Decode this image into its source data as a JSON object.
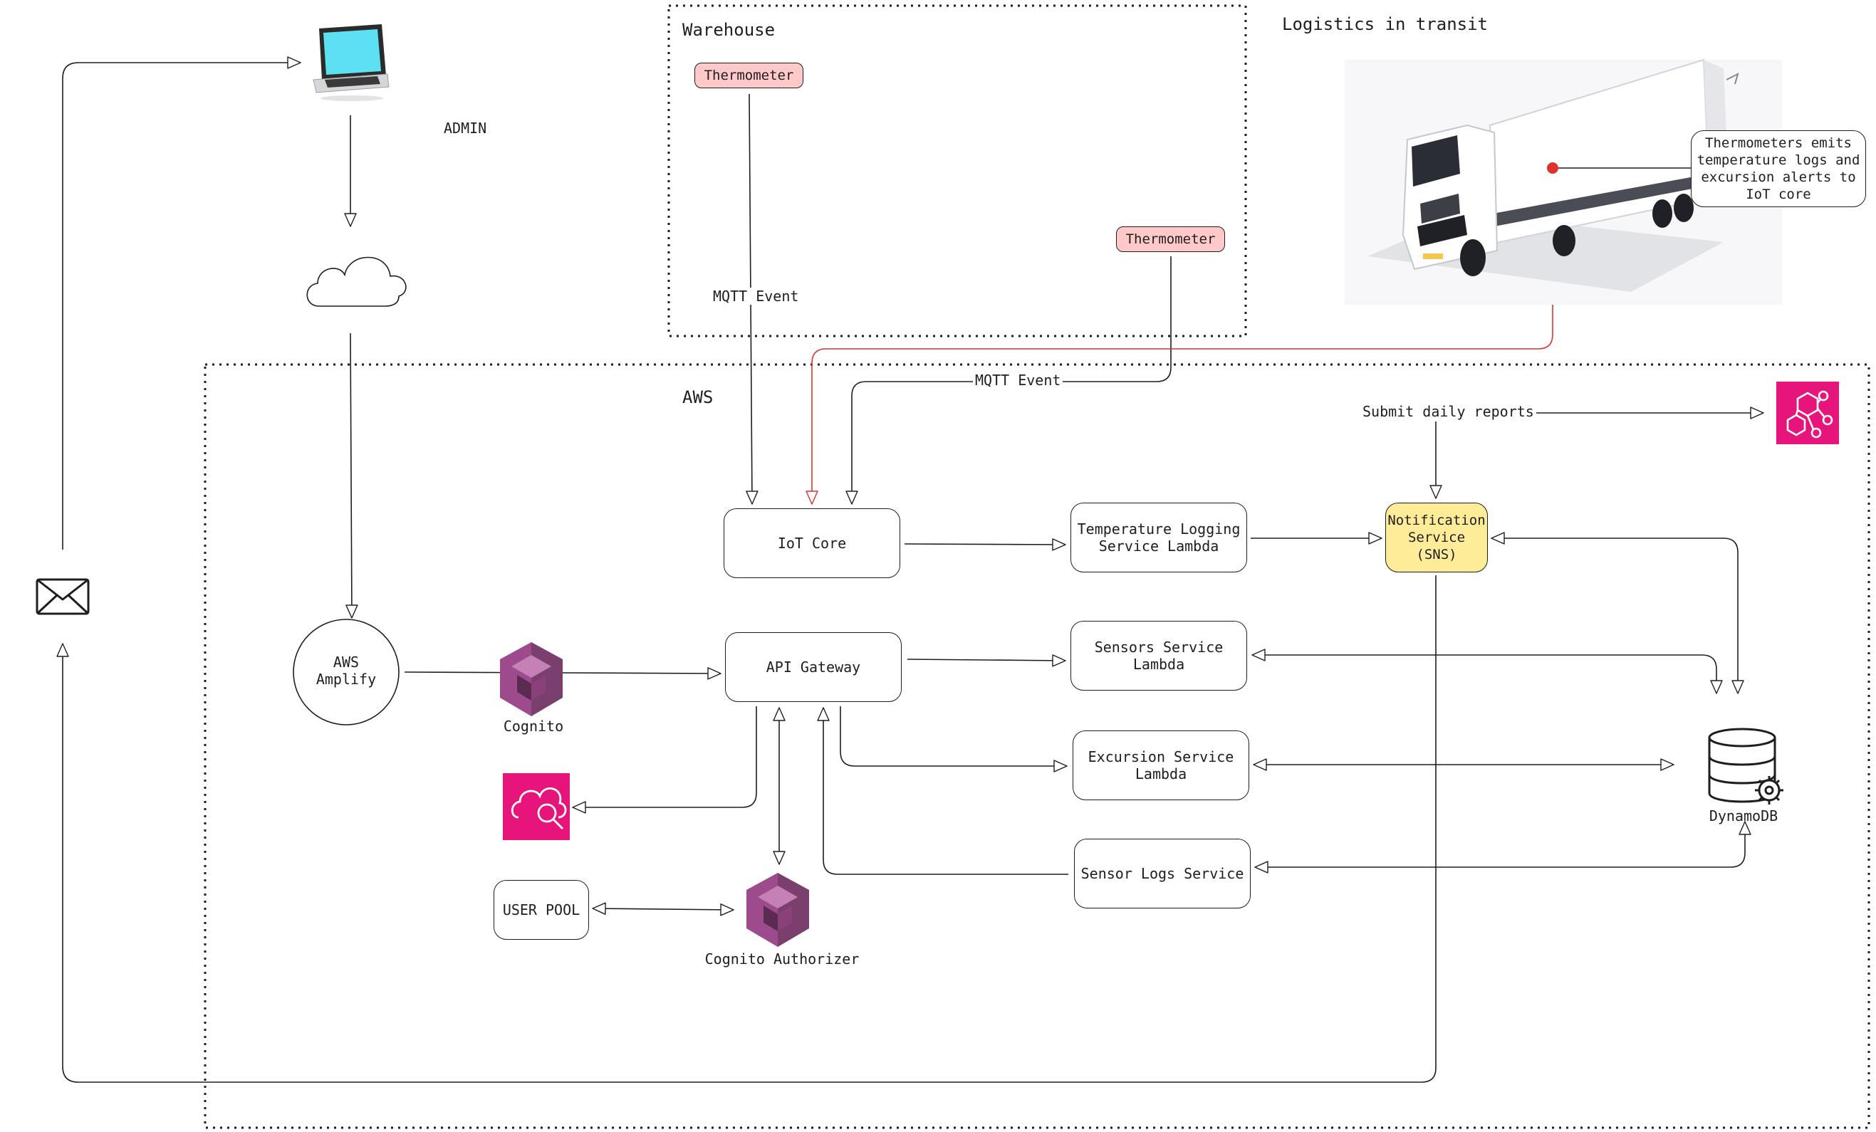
{
  "labels": {
    "warehouse": "Warehouse",
    "logistics": "Logistics in transit",
    "admin": "ADMIN",
    "aws": "AWS",
    "mqtt_event_1": "MQTT Event",
    "mqtt_event_2": "MQTT Event",
    "submit_daily_reports": "Submit daily reports",
    "cognito": "Cognito",
    "cognito_authorizer": "Cognito Authorizer",
    "dynamodb": "DynamoDB"
  },
  "nodes": {
    "thermometer_1": "Thermometer",
    "thermometer_2": "Thermometer",
    "truck_callout": "Thermometers emits\ntemperature logs and\nexcursion alerts to\nIoT core",
    "iot_core": "IoT Core",
    "temperature_logging_lambda": "Temperature Logging\nService Lambda",
    "notification_service": "Notification\nService\n(SNS)",
    "aws_amplify": "AWS\nAmplify",
    "api_gateway": "API Gateway",
    "sensors_service_lambda": "Sensors Service Lambda",
    "excursion_service_lambda": "Excursion Service\nLambda",
    "sensor_logs_service": "Sensor Logs Service",
    "user_pool": "USER POOL"
  },
  "colors": {
    "ink": "#1e1e1e",
    "thermometer_fill": "#ffc9c9",
    "sns_fill": "#ffec99",
    "aws_pink": "#e7157b",
    "cognito_purple": "#9d4b8c",
    "alert_red": "#e03131"
  },
  "icons": [
    "laptop-icon",
    "cloud-icon",
    "mail-icon",
    "truck-image",
    "eventbridge-icon",
    "cognito-icon",
    "cloudwatch-icon",
    "cognito-authorizer-icon",
    "dynamodb-icon"
  ]
}
